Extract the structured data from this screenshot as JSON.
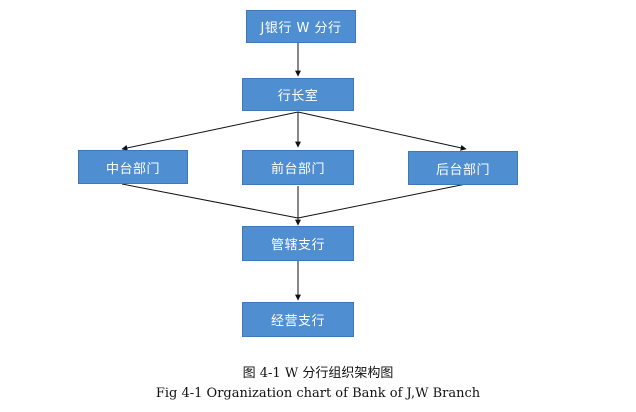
{
  "diagram": {
    "nodes": {
      "branch": "J银行 W 分行",
      "president_office": "行长室",
      "middle": "中台部门",
      "front": "前台部门",
      "back": "后台部门",
      "managed_subbranch": "管辖支行",
      "operating_subbranch": "经营支行"
    },
    "edges": [
      [
        "branch",
        "president_office"
      ],
      [
        "president_office",
        "middle"
      ],
      [
        "president_office",
        "front"
      ],
      [
        "president_office",
        "back"
      ],
      [
        "middle",
        "managed_subbranch"
      ],
      [
        "front",
        "managed_subbranch"
      ],
      [
        "back",
        "managed_subbranch"
      ],
      [
        "managed_subbranch",
        "operating_subbranch"
      ]
    ],
    "colors": {
      "box_fill": "#4f8ed0",
      "box_border": "#3f78b6",
      "line": "#111111"
    }
  },
  "caption": {
    "chinese": "图 4-1 W 分行组织架构图",
    "english": "Fig 4-1 Organization chart of Bank of J,W Branch"
  }
}
